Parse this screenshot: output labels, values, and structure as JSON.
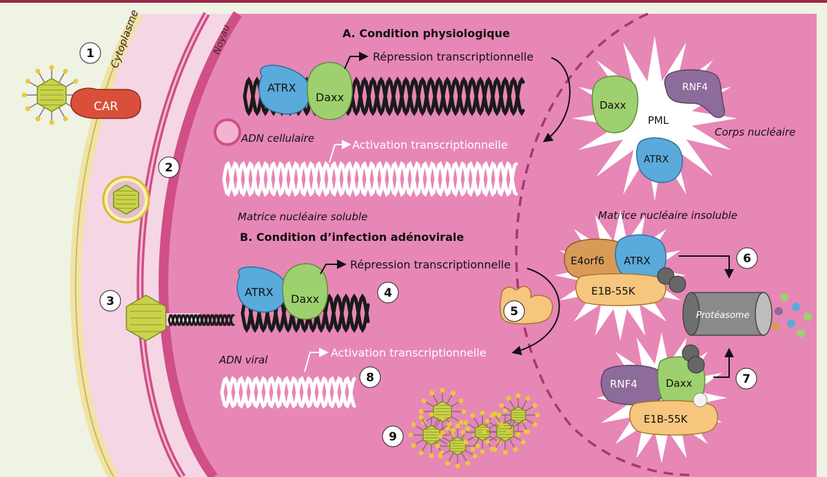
{
  "colors": {
    "background": "#eef3e4",
    "top_rule": "#9b2848",
    "cytoplasm": "#f5d6e4",
    "membrane": "#f1e3a4",
    "nucleus": "#e787b6",
    "nuclear_envelope": "#cf4f86",
    "atrx": "#5aaadc",
    "daxx": "#9fd06f",
    "rnf4": "#8d6b9a",
    "e1b": "#f6c67e",
    "e4orf6": "#d99a58",
    "car": "#d94f3a",
    "dna_dark": "#1a1a1a",
    "dna_light": "#ffffff",
    "virus": "#c9d34a"
  },
  "labels": {
    "cytoplasm": "Cytoplasme",
    "nucleus": "Noyau",
    "car": "CAR",
    "title_a": "A. Condition physiologique",
    "title_b": "B. Condition d’infection adénovirale",
    "repression_a": "Répression transcriptionnelle",
    "activation_a": "Activation transcriptionnelle",
    "repression_b": "Répression transcriptionnelle",
    "activation_b": "Activation transcriptionnelle",
    "cell_dna": "ADN cellulaire",
    "viral_dna": "ADN viral",
    "soluble_matrix": "Matrice nucléaire soluble",
    "insoluble_matrix": "Matrice nucléaire insoluble",
    "nuclear_body": "Corps nucléaire",
    "pml": "PML",
    "proteasome": "Protéasome"
  },
  "proteins": {
    "atrx": "ATRX",
    "daxx": "Daxx",
    "rnf4": "RNF4",
    "e4orf6": "E4orf6",
    "e1b55k": "E1B-55K"
  },
  "steps": [
    "1",
    "2",
    "3",
    "4",
    "5",
    "6",
    "7",
    "8",
    "9"
  ]
}
